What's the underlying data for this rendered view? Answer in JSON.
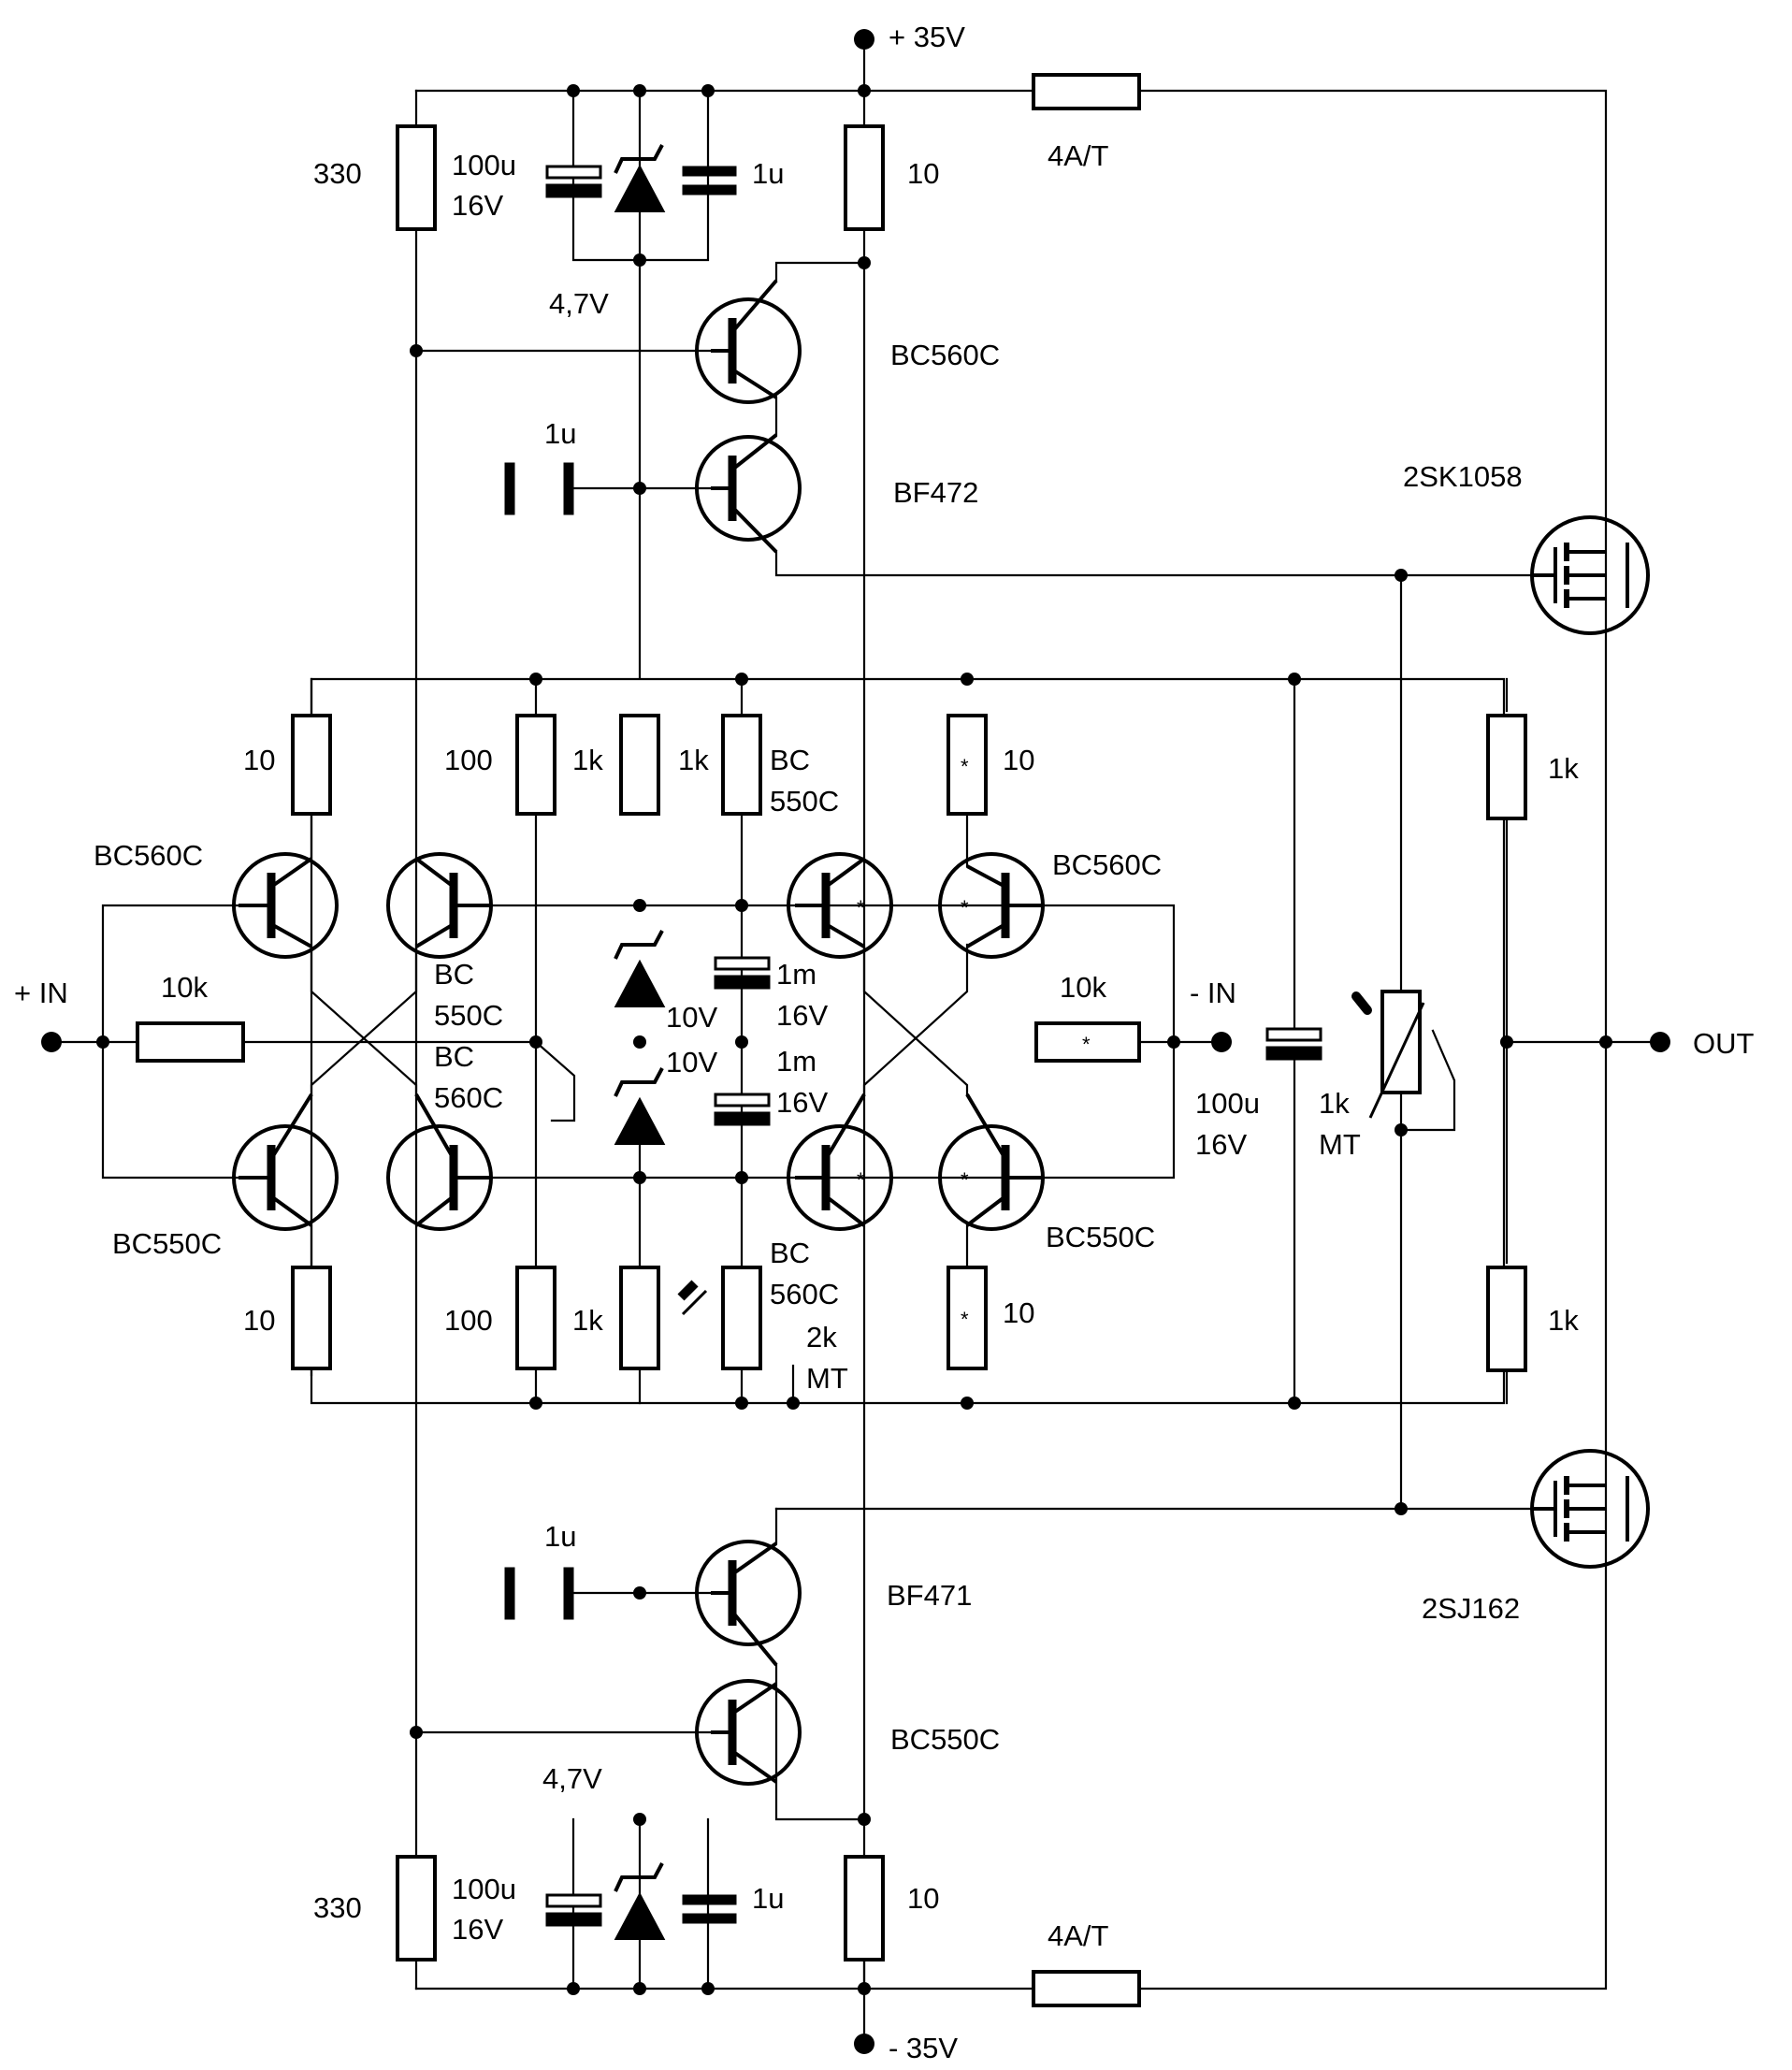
{
  "rails": {
    "positive": "+ 35V",
    "negative": "- 35V"
  },
  "io": {
    "plus_in": "+ IN",
    "minus_in": "- IN",
    "out": "OUT"
  },
  "top_supply": {
    "resistor": "330",
    "cap_value": "100u",
    "cap_voltage": "16V",
    "zener": "4,7V",
    "cap_small": "1u",
    "resistor_emitter": "10",
    "fuse": "4A/T",
    "transistor_a": "BC560C",
    "transistor_b": "BF472",
    "coupling_cap": "1u"
  },
  "bottom_supply": {
    "resistor": "330",
    "cap_value": "100u",
    "cap_voltage": "16V",
    "zener": "4,7V",
    "cap_small": "1u",
    "resistor_emitter": "10",
    "fuse": "4A/T",
    "transistor_a": "BF471",
    "transistor_b": "BC550C",
    "coupling_cap": "1u"
  },
  "output_stage": {
    "mosfet_top": "2SK1058",
    "mosfet_bottom": "2SJ162",
    "res_top": "1k",
    "res_bottom": "1k",
    "pot": "1k",
    "pot_type": "MT"
  },
  "input_stage": {
    "left_top_pnp": "BC560C",
    "left_bottom_npn": "BC550C",
    "cross_label_1a": "BC",
    "cross_label_1b": "550C",
    "cross_label_2a": "BC",
    "cross_label_2b": "560C",
    "res_input": "10k",
    "res_left_top": "10",
    "res_left_bottom": "10",
    "res_100_top": "100",
    "res_100_bottom": "100",
    "res_1k_a": "1k",
    "res_1k_b": "1k",
    "res_1k_c": "1k",
    "zener_top": "10V",
    "zener_bottom": "10V",
    "cap_top": "1m",
    "cap_top_v": "16V",
    "cap_bottom": "1m",
    "cap_bottom_v": "16V",
    "mid_top_a": "BC",
    "mid_top_b": "550C",
    "mid_bottom_a": "BC",
    "mid_bottom_b": "560C",
    "trim": "2k",
    "trim_type": "MT",
    "right_top_pnp": "BC560C",
    "right_bottom_npn": "BC550C",
    "res_right_top": "10",
    "res_right_bottom": "10",
    "res_feedback": "10k",
    "cap_out": "100u",
    "cap_out_v": "16V",
    "star": "*"
  }
}
